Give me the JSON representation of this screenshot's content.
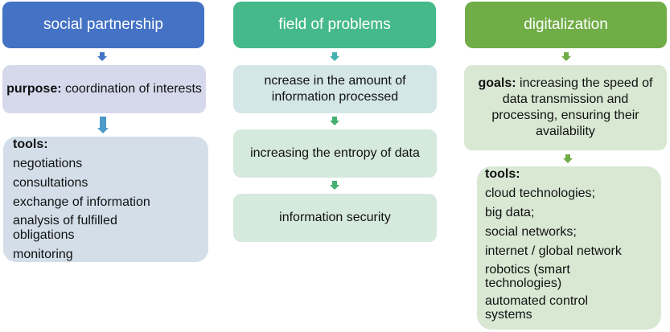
{
  "columns": [
    {
      "header": "social partnership",
      "colors": {
        "header": "#4472C4",
        "box1": "#D6D9EC",
        "box2": "#D3DEE9",
        "arrow1": "#4472C4",
        "arrow2": "#4A9BC8"
      },
      "purpose": {
        "label": "purpose:",
        "text": " coordination of interests"
      },
      "tools": {
        "title": "tools:",
        "items": [
          "negotiations",
          "consultations",
          "exchange of information",
          "analysis of fulfilled obligations",
          "monitoring"
        ]
      }
    },
    {
      "header": "field of problems",
      "colors": {
        "header": "#45B98A",
        "box1": "#D4E6E8",
        "box2": "#D5E9DD",
        "arrow1": "#45B0B0",
        "arrow2": "#45B070"
      },
      "problems": [
        "ncrease in the amount of information processed",
        "increasing the entropy of data",
        "information security"
      ]
    },
    {
      "header": "digitalization",
      "colors": {
        "header": "#70AD47",
        "box1": "#D8E8D3",
        "box2": "#D8E8D3",
        "arrow": "#70AD47"
      },
      "goals": {
        "label": "goals:",
        "text": " increasing the speed of data transmission and processing, ensuring their availability"
      },
      "tools": {
        "title": "tools:",
        "items": [
          "cloud technologies;",
          "big data;",
          "social networks;",
          "internet / global network",
          "robotics (smart technologies)",
          "automated control systems"
        ]
      }
    }
  ]
}
